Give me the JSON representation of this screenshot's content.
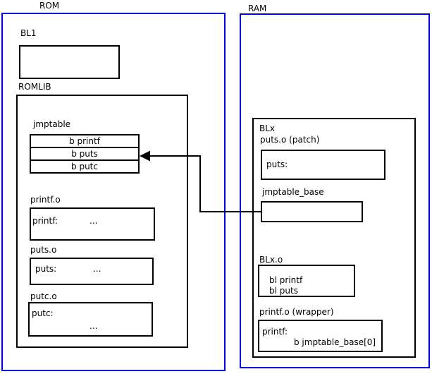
{
  "rom": {
    "title": "ROM",
    "bl1": {
      "label": "BL1"
    },
    "romlib": {
      "label": "ROMLIB",
      "jmptable": {
        "label": "jmptable",
        "rows": [
          "b printf",
          "b puts",
          "b putc"
        ]
      },
      "printf_o": {
        "label": "printf.o",
        "symbol": "printf:",
        "body": "..."
      },
      "puts_o": {
        "label": "puts.o",
        "symbol": "puts:",
        "body": "..."
      },
      "putc_o": {
        "label": "putc.o",
        "symbol": "putc:",
        "body": "..."
      }
    }
  },
  "ram": {
    "title": "RAM",
    "blx": {
      "label": "BLx",
      "puts_patch": {
        "label": "puts.o (patch)",
        "symbol": "puts:"
      },
      "jmptable_base": {
        "label": "jmptable_base"
      },
      "blx_o": {
        "label": "BLx.o",
        "lines": [
          "bl printf",
          "bl puts"
        ]
      },
      "printf_wrapper": {
        "label": "printf.o (wrapper)",
        "symbol": "printf:",
        "instruction": "b jmptable_base[0]"
      }
    }
  },
  "colors": {
    "region_border": "#0000e6",
    "box_border": "#000000",
    "arrow": "#000000",
    "background": "#ffffff"
  }
}
